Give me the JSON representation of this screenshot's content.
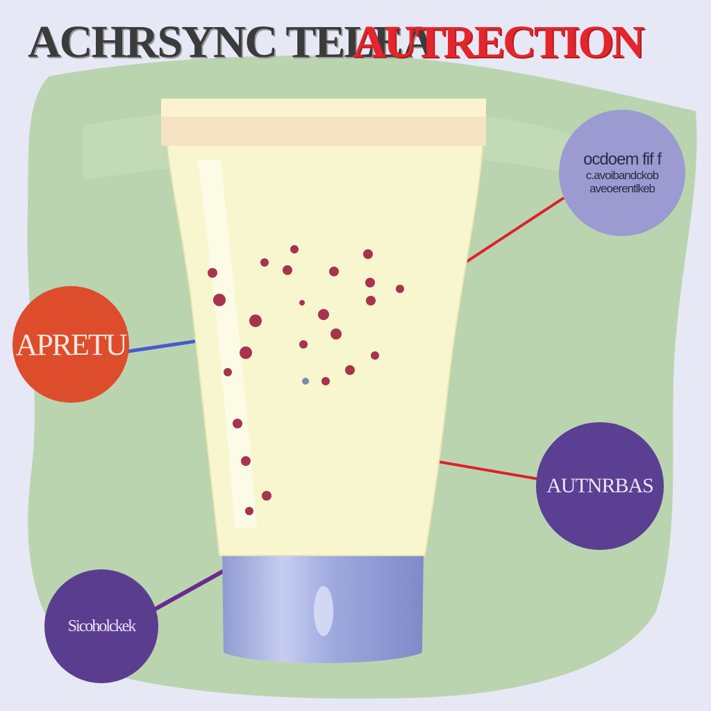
{
  "header": {
    "title_left": "ACHRSYNC TELEA",
    "title_right": "AUTRECTION"
  },
  "callouts": {
    "top_right": {
      "line1": "ocdoem fif f",
      "line2": "c.avoibandckob",
      "line3": "aveoerentlkeb"
    },
    "left": {
      "label": "APRETU"
    },
    "right": {
      "label": "AUTNRBAS"
    },
    "bottom_left": {
      "label": "Sicoholckek"
    }
  },
  "colors": {
    "background": "#e6e9f5",
    "blob": "#b5d2a8",
    "tube_body": "#f8f6cf",
    "tube_crimp": "#f5e3c3",
    "cap": "#a9b3df",
    "dots": "#a8334f",
    "title_left": "#3b3b3b",
    "title_right": "#e4262c",
    "connector_red": "#e0202a",
    "connector_blue": "#4a57d0",
    "connector_purple": "#6a2a8e"
  }
}
